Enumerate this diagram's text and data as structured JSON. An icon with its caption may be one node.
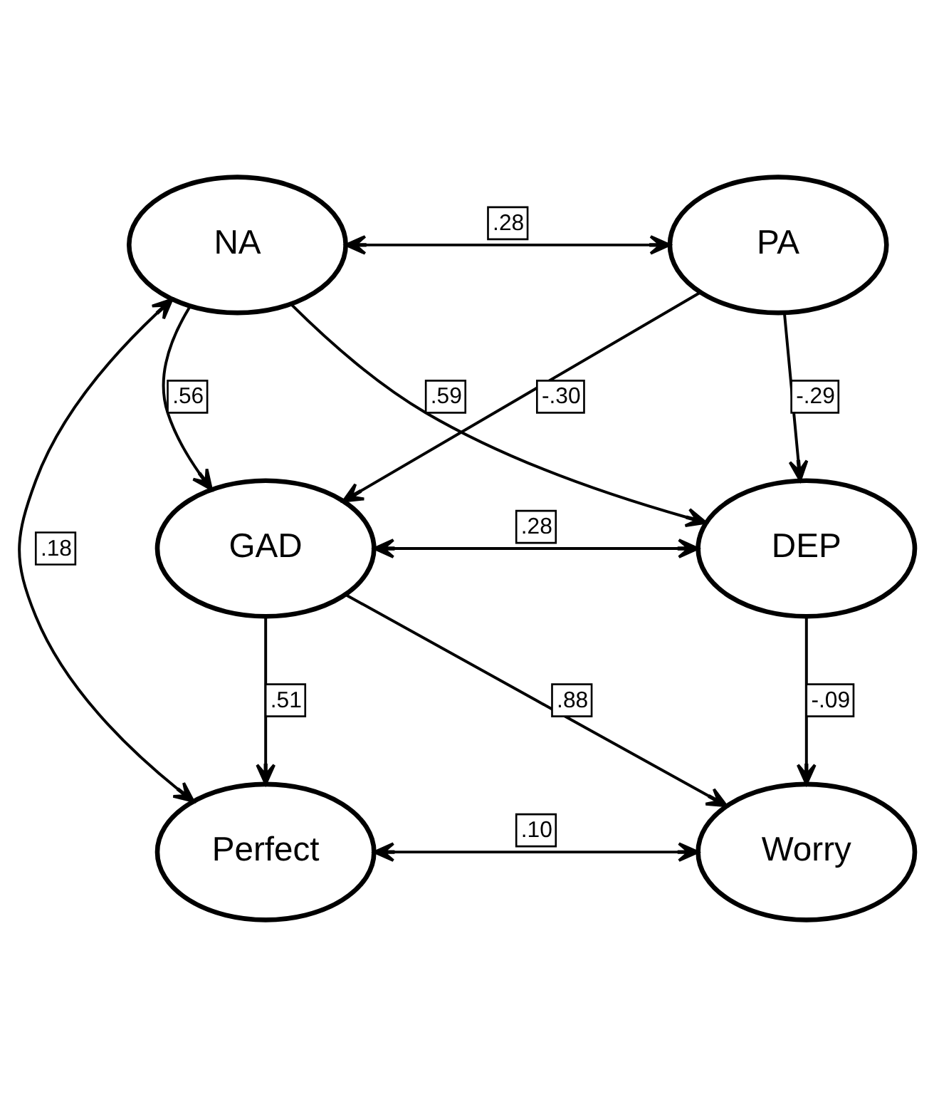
{
  "diagram": {
    "nodes": [
      {
        "text": [
          "NA"
        ]
      },
      {
        "text": [
          "PA"
        ]
      },
      {
        "text": [
          "GAD"
        ]
      },
      {
        "text": [
          "DEP"
        ]
      },
      {
        "text": [
          "Perfect"
        ]
      },
      {
        "text": [
          "Worry"
        ]
      }
    ],
    "edges": [
      {
        "from": 0,
        "to": 1,
        "arrow": "both",
        "label": ".28"
      },
      {
        "from": 0,
        "to": 2,
        "arrow": "to",
        "label": ".56"
      },
      {
        "from": 0,
        "to": 3,
        "arrow": "to",
        "label": ".59"
      },
      {
        "from": 1,
        "to": 2,
        "arrow": "to",
        "label": "-.30"
      },
      {
        "from": 1,
        "to": 3,
        "arrow": "to",
        "label": "-.29"
      },
      {
        "from": 2,
        "to": 3,
        "arrow": "both",
        "label": ".28"
      },
      {
        "from": 0,
        "to": 4,
        "arrow": "both",
        "label": ".18"
      },
      {
        "from": 2,
        "to": 4,
        "arrow": "to",
        "label": ".51"
      },
      {
        "from": 2,
        "to": 5,
        "arrow": "to",
        "label": ".88"
      },
      {
        "from": 3,
        "to": 5,
        "arrow": "to",
        "label": "-.09"
      },
      {
        "from": 4,
        "to": 5,
        "arrow": "both",
        "label": ".10"
      }
    ]
  }
}
